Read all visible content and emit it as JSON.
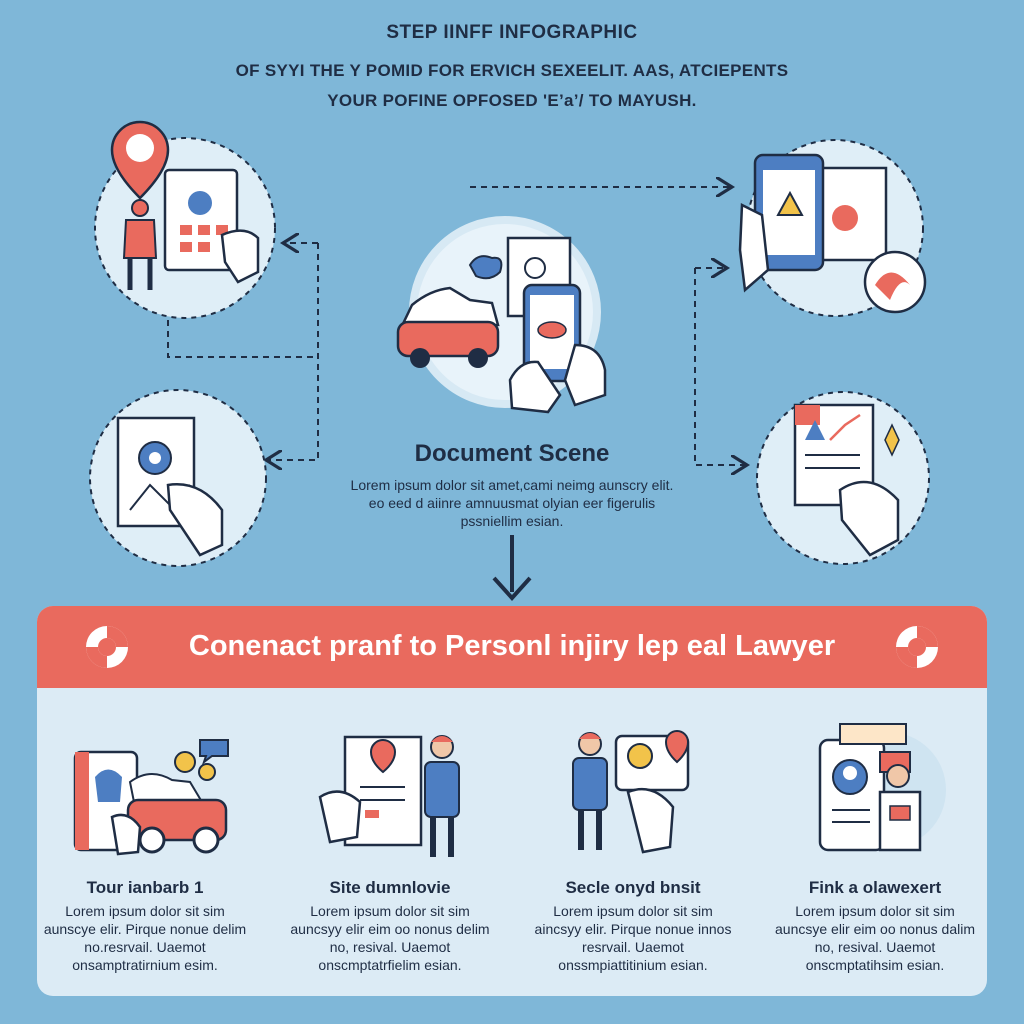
{
  "header": {
    "title": "STEP IINFF INFOGRAPHIC",
    "subtitle_line1": "OF SYYI THE Y POMID FOR ERVICH SEXEELIT. AAS, ATCIEPENTS",
    "subtitle_line2": "YOUR POFINE OPFOSED 'E’a’/ TO MAYUSH."
  },
  "center": {
    "title": "Document Scene",
    "body": "Lorem ipsum dolor sit amet,cami neimg aunscry elit. eo eed d aiinre amnuusmat olyian eer figerulis pssniellim esian."
  },
  "banner": {
    "text": "Conenact pranf to Personl injiry lep eal Lawyer"
  },
  "steps": [
    {
      "title": "Tour ianbarb 1",
      "body": "Lorem ipsum dolor sit sim aunscye elir. Pirque nonue delim no.resrvail. Uaemot onsamptratirnium esim."
    },
    {
      "title": "Site dumnlovie",
      "body": "Lorem ipsum dolor sit sim auncsyy elir eim oo nonus delim no, resival. Uaemot onscmptatrfielim esian."
    },
    {
      "title": "Secle onyd bnsit",
      "body": "Lorem ipsum dolor sit sim aincsyy elir. Pirque nonue innos resrvail. Uaemot onssmpiattitinium esian."
    },
    {
      "title": "Fink a olawexert",
      "body": "Lorem ipsum dolor sit sim auncsye elir eim oo nonus dalim no, resival. Uaemot onscmptatihsim esian."
    }
  ],
  "colors": {
    "background": "#7fb7d8",
    "accent_red": "#e96a5e",
    "navy": "#1f2d44",
    "blue": "#4d7ec2",
    "panel": "#dcebf5"
  },
  "icons": [
    "location-person-icon",
    "phone-accident-icon",
    "document-gear-icon",
    "document-warning-icon",
    "chart-document-icon",
    "lifebuoy-icon",
    "car-crash-icon",
    "document-person-icon",
    "person-map-icon",
    "lawyer-icon"
  ]
}
